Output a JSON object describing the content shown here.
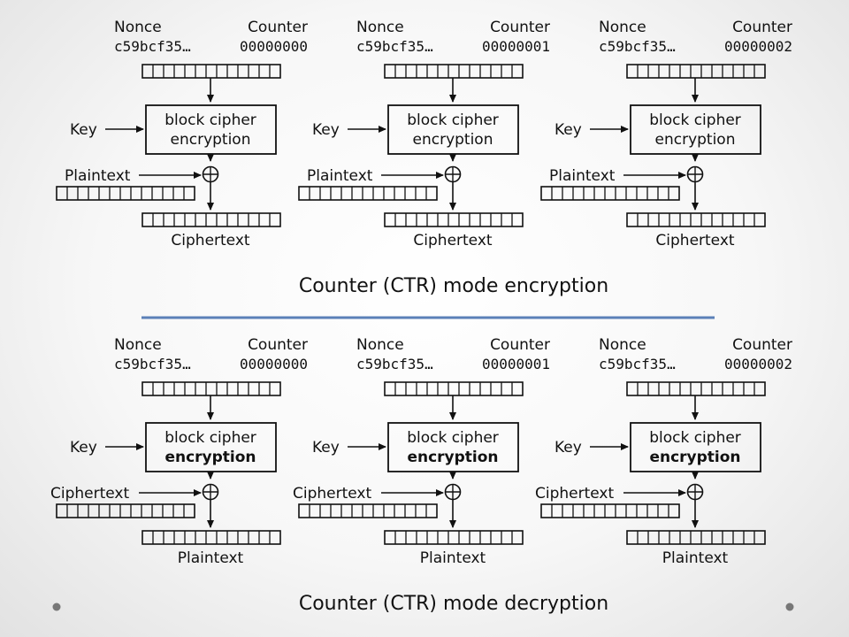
{
  "sections": [
    {
      "caption": "Counter (CTR) mode encryption",
      "blocks": [
        {
          "nonce_label": "Nonce",
          "nonce_value": "c59bcf35…",
          "counter_label": "Counter",
          "counter_value": "00000000",
          "key_label": "Key",
          "cipher_line1": "block cipher",
          "cipher_line2": "encryption",
          "input_label": "Plaintext",
          "output_label": "Ciphertext"
        },
        {
          "nonce_label": "Nonce",
          "nonce_value": "c59bcf35…",
          "counter_label": "Counter",
          "counter_value": "00000001",
          "key_label": "Key",
          "cipher_line1": "block cipher",
          "cipher_line2": "encryption",
          "input_label": "Plaintext",
          "output_label": "Ciphertext"
        },
        {
          "nonce_label": "Nonce",
          "nonce_value": "c59bcf35…",
          "counter_label": "Counter",
          "counter_value": "00000002",
          "key_label": "Key",
          "cipher_line1": "block cipher",
          "cipher_line2": "encryption",
          "input_label": "Plaintext",
          "output_label": "Ciphertext"
        }
      ]
    },
    {
      "caption": "Counter (CTR) mode decryption",
      "blocks": [
        {
          "nonce_label": "Nonce",
          "nonce_value": "c59bcf35…",
          "counter_label": "Counter",
          "counter_value": "00000000",
          "key_label": "Key",
          "cipher_line1": "block cipher",
          "cipher_line2": "encryption",
          "input_label": "Ciphertext",
          "output_label": "Plaintext"
        },
        {
          "nonce_label": "Nonce",
          "nonce_value": "c59bcf35…",
          "counter_label": "Counter",
          "counter_value": "00000001",
          "key_label": "Key",
          "cipher_line1": "block cipher",
          "cipher_line2": "encryption",
          "input_label": "Ciphertext",
          "output_label": "Plaintext"
        },
        {
          "nonce_label": "Nonce",
          "nonce_value": "c59bcf35…",
          "counter_label": "Counter",
          "counter_value": "00000002",
          "key_label": "Key",
          "cipher_line1": "block cipher",
          "cipher_line2": "encryption",
          "input_label": "Ciphertext",
          "output_label": "Plaintext"
        }
      ]
    }
  ],
  "colors": {
    "divider": "#5b80b8",
    "dots": "#777777",
    "ink": "#111111"
  }
}
